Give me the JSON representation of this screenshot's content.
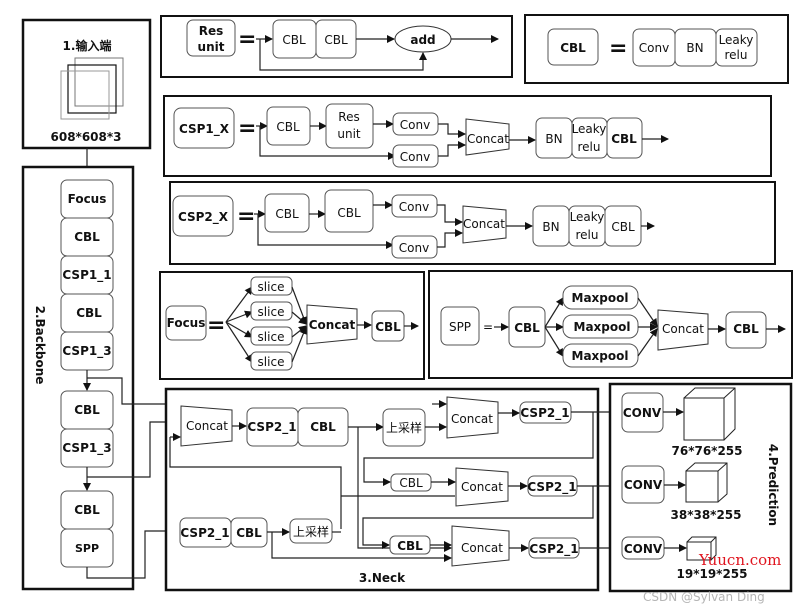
{
  "input": {
    "title": "1.输入端",
    "size": "608*608*3"
  },
  "backbone": {
    "title": "2.Backbone",
    "blocks": [
      "Focus",
      "CBL",
      "CSP1_1",
      "CBL",
      "CSP1_3",
      "CBL",
      "CSP1_3",
      "CBL",
      "SPP"
    ]
  },
  "neck": {
    "title": "3.Neck",
    "concat": "Concat",
    "csp2_1": "CSP2_1",
    "cbl": "CBL",
    "upsample": "上采样"
  },
  "prediction": {
    "title": "4.Prediction",
    "conv": "CONV",
    "outputs": [
      "76*76*255",
      "38*38*255",
      "19*19*255"
    ]
  },
  "legend": {
    "equals": "=",
    "res_unit": {
      "name_line1": "Res",
      "name_line2": "unit",
      "parts": [
        "CBL",
        "CBL"
      ],
      "add": "add"
    },
    "cbl": {
      "name": "CBL",
      "parts": [
        "Conv",
        "BN"
      ],
      "leaky_line1": "Leaky",
      "leaky_line2": "relu"
    },
    "csp1_x": {
      "name": "CSP1_X",
      "cbl": "CBL",
      "res_line1": "Res",
      "res_line2": "unit",
      "conv": "Conv",
      "concat": "Concat",
      "bn": "BN",
      "leaky_line1": "Leaky",
      "leaky_line2": "relu",
      "cbl_out": "CBL"
    },
    "csp2_x": {
      "name": "CSP2_X",
      "cbl": "CBL",
      "conv": "Conv",
      "concat": "Concat",
      "bn": "BN",
      "leaky_line1": "Leaky",
      "leaky_line2": "relu",
      "cbl_out": "CBL"
    },
    "focus": {
      "name": "Focus",
      "slice": "slice",
      "concat": "Concat",
      "cbl": "CBL"
    },
    "spp": {
      "name": "SPP",
      "cbl": "CBL",
      "maxpool": "Maxpool",
      "concat": "Concat",
      "cbl_out": "CBL"
    }
  },
  "watermark": {
    "site": "Yuucn.com",
    "author": "CSDN @Sylvan Ding"
  }
}
